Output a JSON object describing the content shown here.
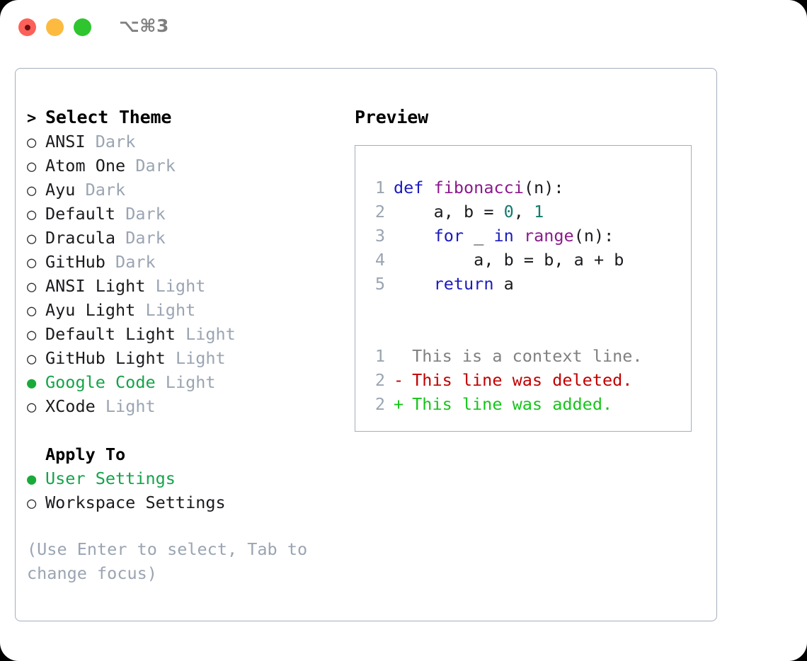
{
  "titlebar": {
    "shortcut": "⌥⌘3",
    "buttons": [
      {
        "name": "close",
        "color": "#fc6058"
      },
      {
        "name": "minimize",
        "color": "#fcbb40"
      },
      {
        "name": "maximize",
        "color": "#2fc52f"
      }
    ]
  },
  "theme_picker": {
    "header": "Select Theme",
    "caret": ">",
    "marker_selected": "●",
    "marker_unselected": "○",
    "accent_color": "#16a34a",
    "items": [
      {
        "name": "ANSI",
        "kind": "Dark",
        "selected": false
      },
      {
        "name": "Atom One",
        "kind": "Dark",
        "selected": false
      },
      {
        "name": "Ayu",
        "kind": "Dark",
        "selected": false
      },
      {
        "name": "Default",
        "kind": "Dark",
        "selected": false
      },
      {
        "name": "Dracula",
        "kind": "Dark",
        "selected": false
      },
      {
        "name": "GitHub",
        "kind": "Dark",
        "selected": false
      },
      {
        "name": "ANSI Light",
        "kind": "Light",
        "selected": false
      },
      {
        "name": "Ayu Light",
        "kind": "Light",
        "selected": false
      },
      {
        "name": "Default Light",
        "kind": "Light",
        "selected": false
      },
      {
        "name": "GitHub Light",
        "kind": "Light",
        "selected": false
      },
      {
        "name": "Google Code",
        "kind": "Light",
        "selected": true
      },
      {
        "name": "XCode",
        "kind": "Light",
        "selected": false
      }
    ]
  },
  "apply_to": {
    "title": "Apply To",
    "options": [
      {
        "label": "User Settings",
        "selected": true
      },
      {
        "label": "Workspace Settings",
        "selected": false
      }
    ]
  },
  "hint": "(Use Enter to select, Tab to change focus)",
  "preview": {
    "title": "Preview",
    "code_lines": [
      {
        "n": "1",
        "tokens": [
          {
            "t": "def ",
            "c": "kw"
          },
          {
            "t": "fibonacci",
            "c": "fn"
          },
          {
            "t": "(n):",
            "c": "punct"
          }
        ]
      },
      {
        "n": "2",
        "tokens": [
          {
            "t": "    a, b = ",
            "c": "plain"
          },
          {
            "t": "0",
            "c": "num"
          },
          {
            "t": ", ",
            "c": "plain"
          },
          {
            "t": "1",
            "c": "num"
          }
        ]
      },
      {
        "n": "3",
        "tokens": [
          {
            "t": "    ",
            "c": "plain"
          },
          {
            "t": "for",
            "c": "kw"
          },
          {
            "t": " _ ",
            "c": "plain"
          },
          {
            "t": "in",
            "c": "kw"
          },
          {
            "t": " ",
            "c": "plain"
          },
          {
            "t": "range",
            "c": "fn"
          },
          {
            "t": "(n):",
            "c": "punct"
          }
        ]
      },
      {
        "n": "4",
        "tokens": [
          {
            "t": "        a, b = b, a + b",
            "c": "plain"
          }
        ]
      },
      {
        "n": "5",
        "tokens": [
          {
            "t": "    ",
            "c": "plain"
          },
          {
            "t": "return",
            "c": "kw"
          },
          {
            "t": " a",
            "c": "plain"
          }
        ]
      }
    ],
    "diff_lines": [
      {
        "n": "1",
        "sign": " ",
        "text": " This is a context line.",
        "kind": "ctx"
      },
      {
        "n": "2",
        "sign": "-",
        "text": " This line was deleted.",
        "kind": "del"
      },
      {
        "n": "2",
        "sign": "+",
        "text": " This line was added.",
        "kind": "add"
      }
    ]
  }
}
